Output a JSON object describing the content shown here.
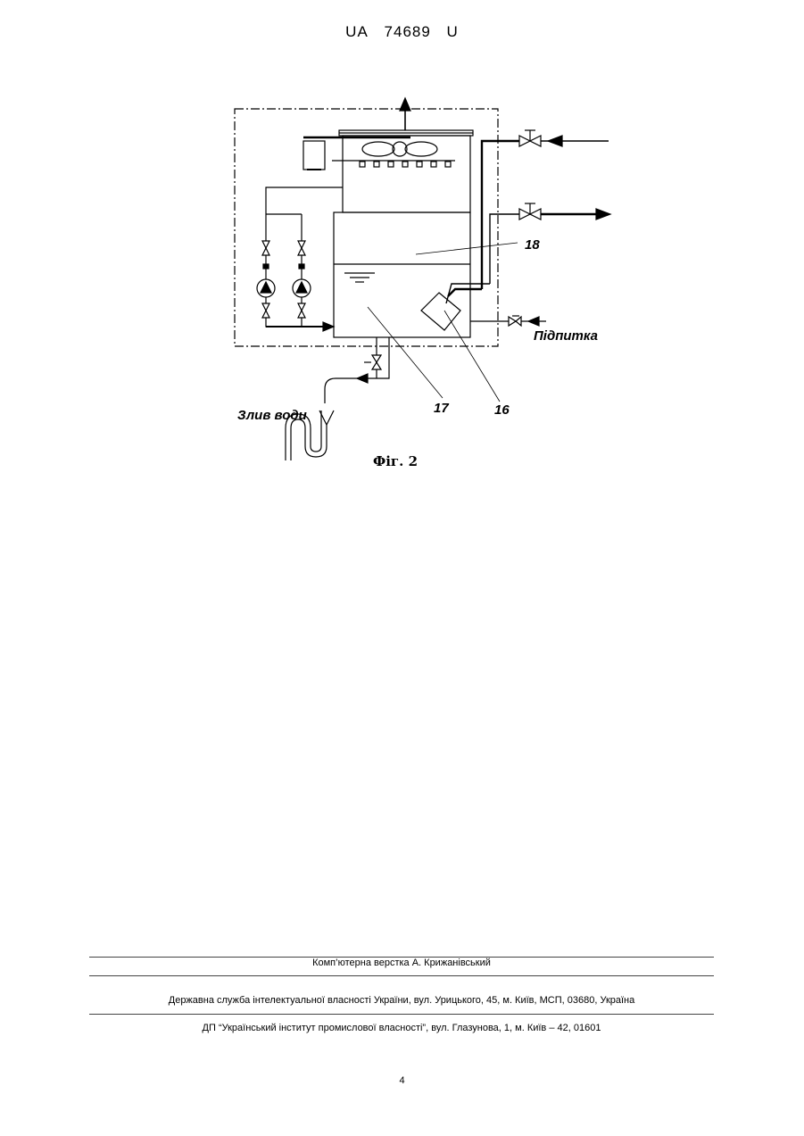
{
  "header": {
    "country_code": "UA",
    "patent_number": "74689",
    "kind_code": "U"
  },
  "figure": {
    "caption": "Фіг. 2",
    "labels": {
      "ref_18": "18",
      "ref_17": "17",
      "ref_16": "16",
      "makeup": "Підпитка",
      "drain": "Злив води"
    }
  },
  "footer": {
    "layout_credit": "Комп’ютерна верстка А. Крижанівський",
    "agency": "Державна служба інтелектуальної власності України, вул. Урицького, 45, м. Київ, МСП, 03680, Україна",
    "institute": "ДП “Український інститут промислової власності”, вул. Глазунова, 1, м. Київ – 42, 01601"
  },
  "page_number": "4"
}
